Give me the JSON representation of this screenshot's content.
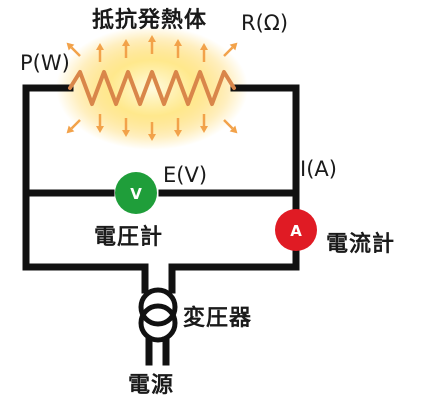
{
  "labels": {
    "heater": "抵抗発熱体",
    "resistance": "R(Ω)",
    "power": "P(W)",
    "voltage": "E(V)",
    "current": "I(A)",
    "voltmeter": "電圧計",
    "ammeter": "電流計",
    "transformer": "変圧器",
    "power_source": "電源"
  },
  "meters": {
    "voltmeter_symbol": "V",
    "ammeter_symbol": "A"
  },
  "colors": {
    "wire": "#111111",
    "voltmeter": "#1f9e3a",
    "ammeter": "#e01b24",
    "resistor": "#d9864a",
    "glow": "#ffe066",
    "heat_arrows": "#f2a24a"
  },
  "icons": {
    "heater": "resistor-zigzag-icon",
    "transformer": "transformer-icon",
    "heat": "heat-arrow-icon"
  }
}
